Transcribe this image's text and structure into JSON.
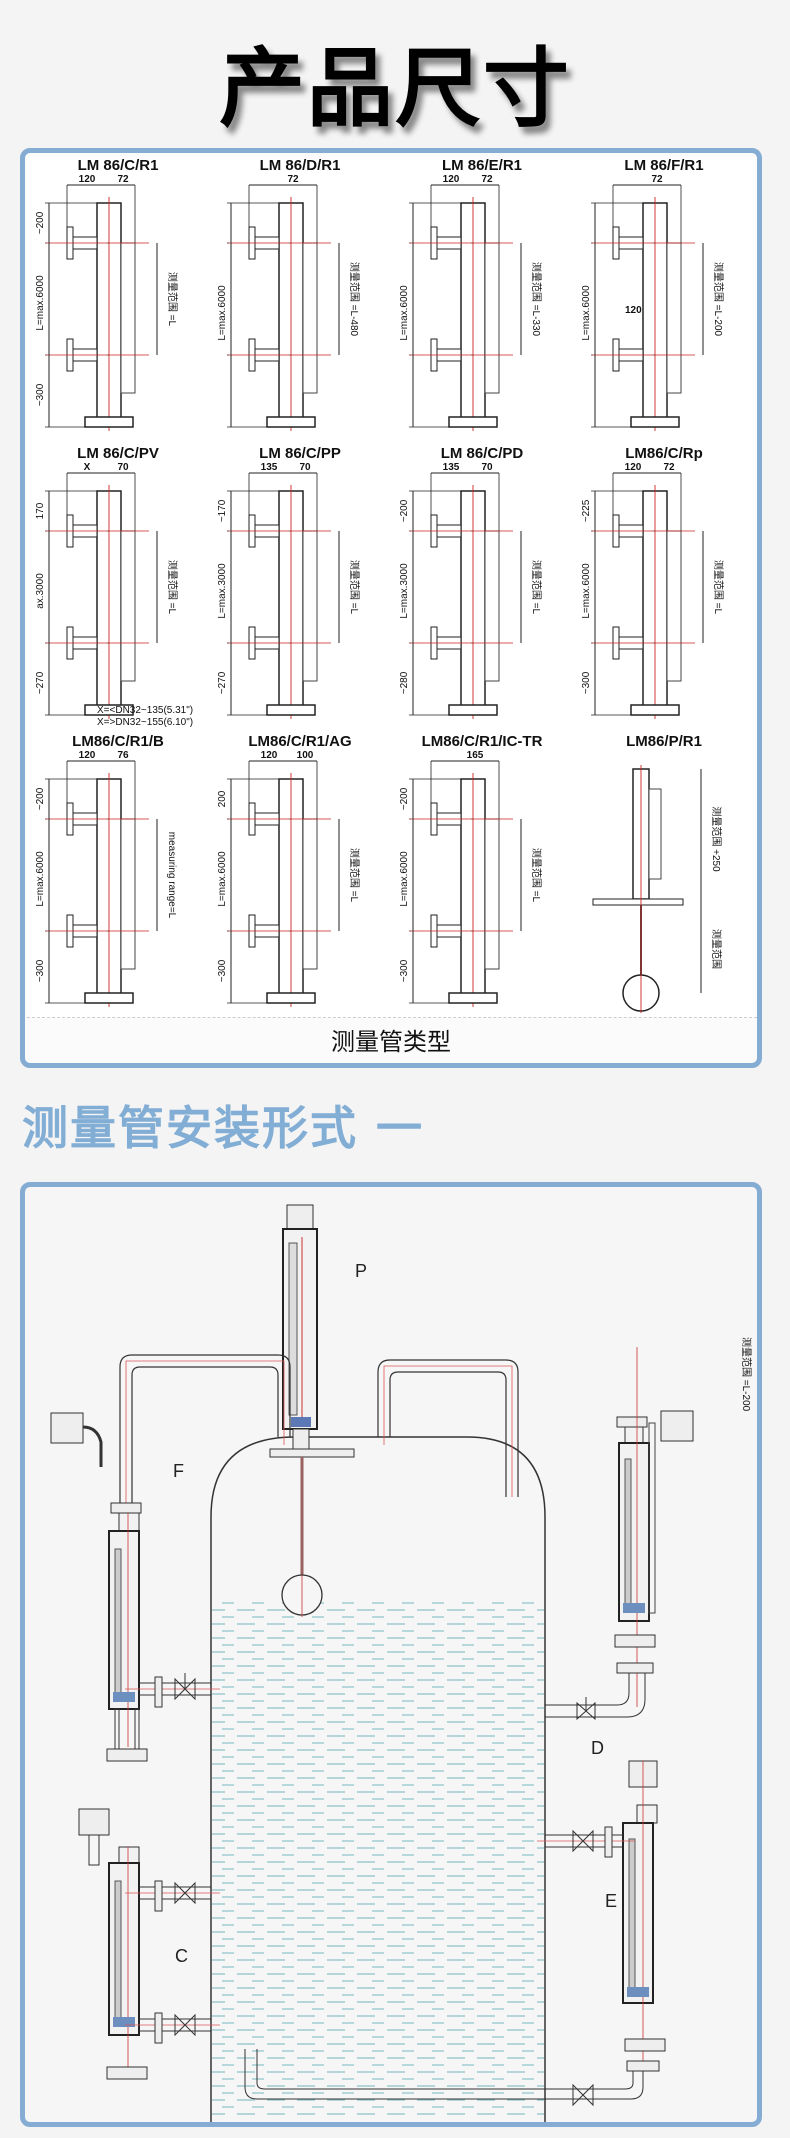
{
  "page": {
    "title": "产品尺寸",
    "accent_color": "#85add3",
    "background_color": "#f4f4f4"
  },
  "types_panel": {
    "caption": "测量管类型",
    "models": [
      {
        "name": "LM 86/C/R1",
        "dims_top": [
          "120",
          "72"
        ],
        "left_dims": [
          "~200",
          "L=max.6000",
          "~300"
        ],
        "range_label": "测量范围 =L"
      },
      {
        "name": "LM 86/D/R1",
        "dims_top": [
          "72"
        ],
        "left_dims": [
          "L=max.6000"
        ],
        "range_label": "测量范围 =L-480"
      },
      {
        "name": "LM 86/E/R1",
        "dims_top": [
          "120",
          "72"
        ],
        "left_dims": [
          "L=max.6000"
        ],
        "range_label": "测量范围 =L-330"
      },
      {
        "name": "LM 86/F/R1",
        "dims_top": [
          "72"
        ],
        "side_dim": "120",
        "left_dims": [
          "L=max.6000"
        ],
        "range_label": "测量范围 =L-200"
      },
      {
        "name": "LM 86/C/PV",
        "dims_top": [
          "X",
          "70"
        ],
        "left_dims": [
          "170",
          "ax.3000",
          "~270"
        ],
        "range_label": "测量范围 =L",
        "notes": [
          "X=<DN32~135(5.31\")",
          "X=>DN32~155(6.10\")"
        ]
      },
      {
        "name": "LM 86/C/PP",
        "dims_top": [
          "135",
          "70"
        ],
        "left_dims": [
          "~170",
          "L=max.3000",
          "~270"
        ],
        "range_label": "测量范围 =L"
      },
      {
        "name": "LM 86/C/PD",
        "dims_top": [
          "135",
          "70"
        ],
        "left_dims": [
          "~200",
          "L=max.3000",
          "~280"
        ],
        "range_label": "测量范围 =L"
      },
      {
        "name": "LM86/C/Rp",
        "dims_top": [
          "120",
          "72"
        ],
        "left_dims": [
          "~225",
          "L=max.6000",
          "~300"
        ],
        "range_label": "测量范围 =L"
      },
      {
        "name": "LM86/C/R1/B",
        "dims_top": [
          "120",
          "76"
        ],
        "left_dims": [
          "~200",
          "L=max.6000",
          "~300"
        ],
        "range_label": "measuring range=L"
      },
      {
        "name": "LM86/C/R1/AG",
        "dims_top": [
          "120",
          "100"
        ],
        "left_dims": [
          "200",
          "L=max.6000",
          "~300"
        ],
        "range_label": "测量范围 =L"
      },
      {
        "name": "LM86/C/R1/IC-TR",
        "dims_top": [
          "165"
        ],
        "left_dims": [
          "~200",
          "L=max.6000",
          "~300"
        ],
        "range_label": "测量范围 =L"
      },
      {
        "name": "LM86/P/R1",
        "dims_top": [],
        "left_dims": [],
        "range_label": "测量范围 +250",
        "range_label_2": "测量范围"
      }
    ]
  },
  "install_section": {
    "title": "测量管安装形式 一",
    "labels": {
      "p": "P",
      "f": "F",
      "d": "D",
      "c": "C",
      "e": "E"
    },
    "side_note": "测量范围 =L-200"
  }
}
